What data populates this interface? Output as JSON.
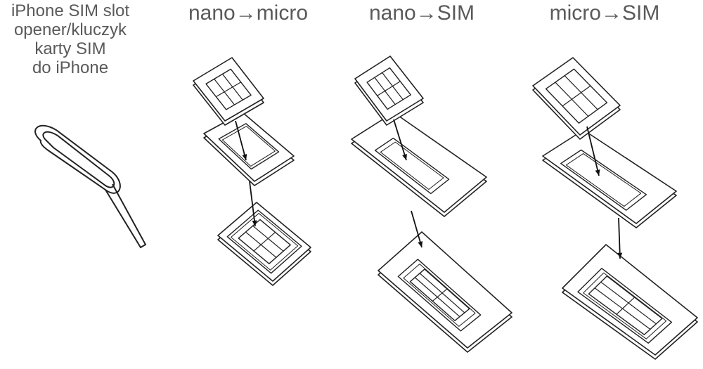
{
  "pin": {
    "label_lines": [
      "iPhone SIM slot",
      "opener/kluczyk",
      "karty SIM",
      "do iPhone"
    ]
  },
  "columns": [
    {
      "title": "nano→micro"
    },
    {
      "title": "nano→SIM"
    },
    {
      "title": "micro→SIM"
    }
  ],
  "colors": {
    "line": "#222222",
    "text": "#5a5a5a"
  }
}
